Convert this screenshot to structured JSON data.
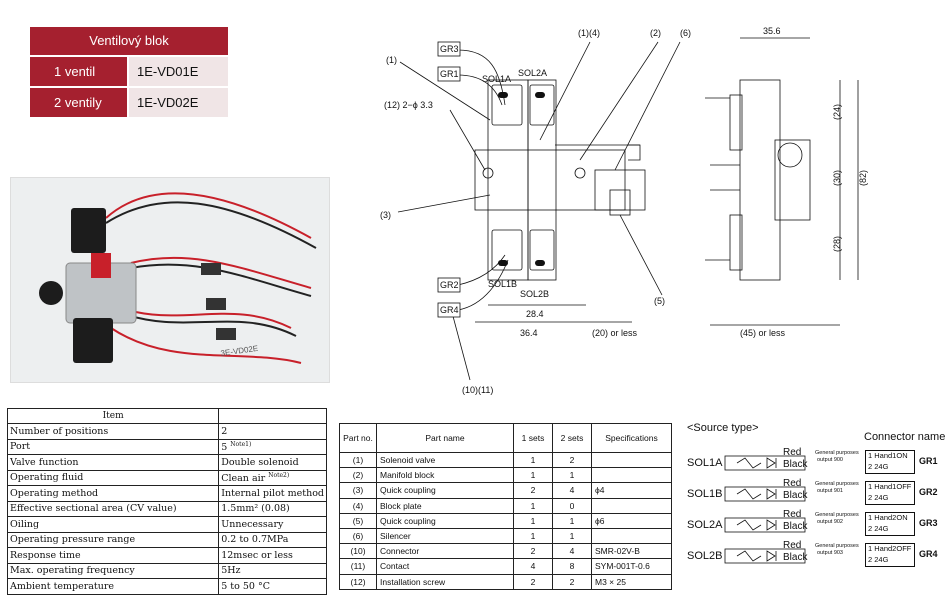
{
  "valve_block": {
    "title": "Ventilový blok",
    "rows": [
      {
        "label": "1 ventil",
        "code": "1E-VD01E"
      },
      {
        "label": "2 ventily",
        "code": "1E-VD02E"
      }
    ]
  },
  "photo_label": "3E-VD02E",
  "drawing": {
    "labels": {
      "gr3": "GR3",
      "gr1": "GR1",
      "gr2": "GR2",
      "gr4": "GR4",
      "sol1a": "SOL1A",
      "sol2a": "SOL2A",
      "sol1b": "SOL1B",
      "sol2b": "SOL2B",
      "c1": "(1)",
      "c14": "(1)(4)",
      "c2": "(2)",
      "c6": "(6)",
      "c3": "(3)",
      "c5": "(5)",
      "c12": "(12) 2−ϕ 3.3",
      "c1011": "(10)(11)",
      "d284": "28.4",
      "d364": "36.4",
      "d20": "(20) or less",
      "d356": "35.6",
      "d24": "(24)",
      "d30": "(30)",
      "d82": "(82)",
      "d28": "(28)",
      "d45": "(45) or less"
    }
  },
  "spec_table": {
    "header": "Item",
    "rows": [
      {
        "item": "Number of positions",
        "value": "2",
        "note": ""
      },
      {
        "item": "Port",
        "value": "5",
        "note": "Note1)"
      },
      {
        "item": "Valve function",
        "value": "Double solenoid",
        "note": ""
      },
      {
        "item": "Operating fluid",
        "value": "Clean air",
        "note": "Note2)"
      },
      {
        "item": "Operating method",
        "value": "Internal pilot method",
        "note": ""
      },
      {
        "item": "Effective sectional area (CV value)",
        "value": "1.5mm² (0.08)",
        "note": ""
      },
      {
        "item": "Oiling",
        "value": "Unnecessary",
        "note": ""
      },
      {
        "item": "Operating pressure range",
        "value": "0.2 to 0.7MPa",
        "note": ""
      },
      {
        "item": "Response time",
        "value": "12msec or less",
        "note": ""
      },
      {
        "item": "Max. operating frequency",
        "value": "5Hz",
        "note": ""
      },
      {
        "item": "Ambient temperature",
        "value": "5 to 50 °C",
        "note": ""
      }
    ]
  },
  "parts_table": {
    "headers": [
      "Part no.",
      "Part name",
      "1 sets",
      "2 sets",
      "Specifications"
    ],
    "rows": [
      [
        "(1)",
        "Solenoid valve",
        "1",
        "2",
        ""
      ],
      [
        "(2)",
        "Manifold block",
        "1",
        "1",
        ""
      ],
      [
        "(3)",
        "Quick coupling",
        "2",
        "4",
        "ϕ4"
      ],
      [
        "(4)",
        "Block plate",
        "1",
        "0",
        ""
      ],
      [
        "(5)",
        "Quick coupling",
        "1",
        "1",
        "ϕ6"
      ],
      [
        "(6)",
        "Silencer",
        "1",
        "1",
        ""
      ],
      [
        "(10)",
        "Connector",
        "2",
        "4",
        "SMR-02V-B"
      ],
      [
        "(11)",
        "Contact",
        "4",
        "8",
        "SYM-001T-0.6"
      ],
      [
        "(12)",
        "Installation screw",
        "2",
        "2",
        "M3 × 25"
      ]
    ]
  },
  "source": {
    "title": "<Source type>",
    "connector_title": "Connector name",
    "red": "Red",
    "black": "Black",
    "rows": [
      {
        "sol": "SOL1A",
        "purpose": "General purposes",
        "output": "output 900",
        "c1": "1 Hand1ON",
        "c2": "2 24G",
        "gr": "GR1"
      },
      {
        "sol": "SOL1B",
        "purpose": "General purposes",
        "output": "output 901",
        "c1": "1 Hand1OFF",
        "c2": "2 24G",
        "gr": "GR2"
      },
      {
        "sol": "SOL2A",
        "purpose": "General purposes",
        "output": "output 902",
        "c1": "1 Hand2ON",
        "c2": "2 24G",
        "gr": "GR3"
      },
      {
        "sol": "SOL2B",
        "purpose": "General purposes",
        "output": "output 903",
        "c1": "1 Hand2OFF",
        "c2": "2 24G",
        "gr": "GR4"
      }
    ]
  }
}
